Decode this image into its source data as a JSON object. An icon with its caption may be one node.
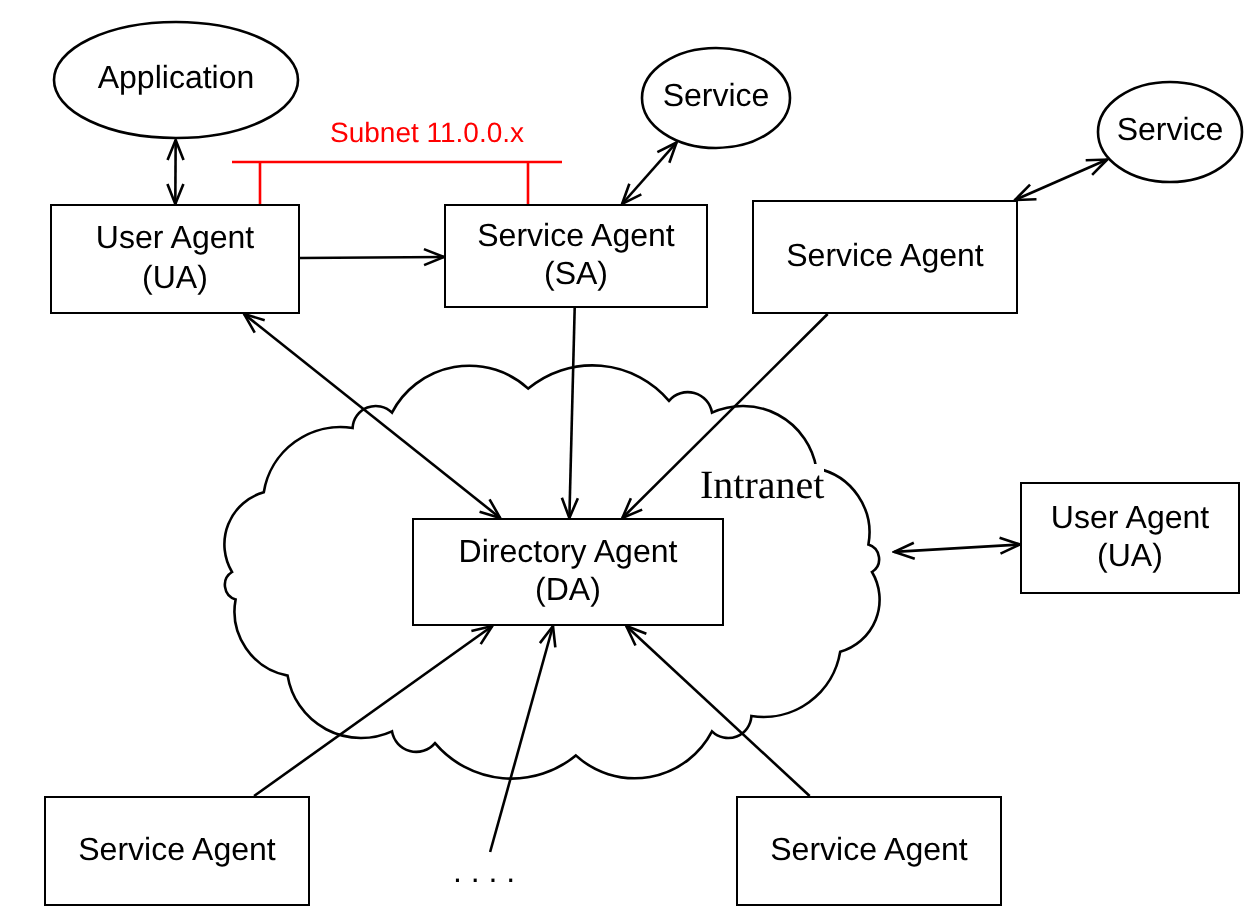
{
  "diagram": {
    "nodes": [
      {
        "text": [
          "Application"
        ]
      },
      {
        "text": [
          "Service"
        ]
      },
      {
        "text": [
          "Service"
        ]
      },
      {
        "text": [
          "User Agent (UA)"
        ]
      },
      {
        "text": [
          "Service Agent (SA)"
        ]
      },
      {
        "text": [
          "Service Agent"
        ]
      },
      {
        "text": [
          "Intranet"
        ]
      },
      {
        "text": [
          "Directory Agent (DA)"
        ],
        "in": 6
      },
      {
        "text": [
          "User Agent (UA)"
        ]
      },
      {
        "text": [
          "Service Agent"
        ]
      },
      {
        "text": [
          ". . . ."
        ]
      },
      {
        "text": [
          "Service Agent"
        ]
      }
    ],
    "edges": [
      {
        "from": 0,
        "to": 3,
        "arrow": "both"
      },
      {
        "from": 3,
        "to": 4,
        "arrow": "to"
      },
      {
        "from": 3,
        "to": 4,
        "arrow": "none",
        "label": "Subnet 11.0.0.x",
        "color": "#ff0000"
      },
      {
        "from": 4,
        "to": 1,
        "arrow": "both"
      },
      {
        "from": 5,
        "to": 2,
        "arrow": "both"
      },
      {
        "from": 3,
        "to": 7,
        "arrow": "both"
      },
      {
        "from": 4,
        "to": 7,
        "arrow": "to"
      },
      {
        "from": 5,
        "to": 7,
        "arrow": "to"
      },
      {
        "from": 6,
        "to": 8,
        "arrow": "both"
      },
      {
        "from": 9,
        "to": 7,
        "arrow": "to"
      },
      {
        "from": 10,
        "to": 7,
        "arrow": "to"
      },
      {
        "from": 11,
        "to": 7,
        "arrow": "to"
      }
    ]
  }
}
